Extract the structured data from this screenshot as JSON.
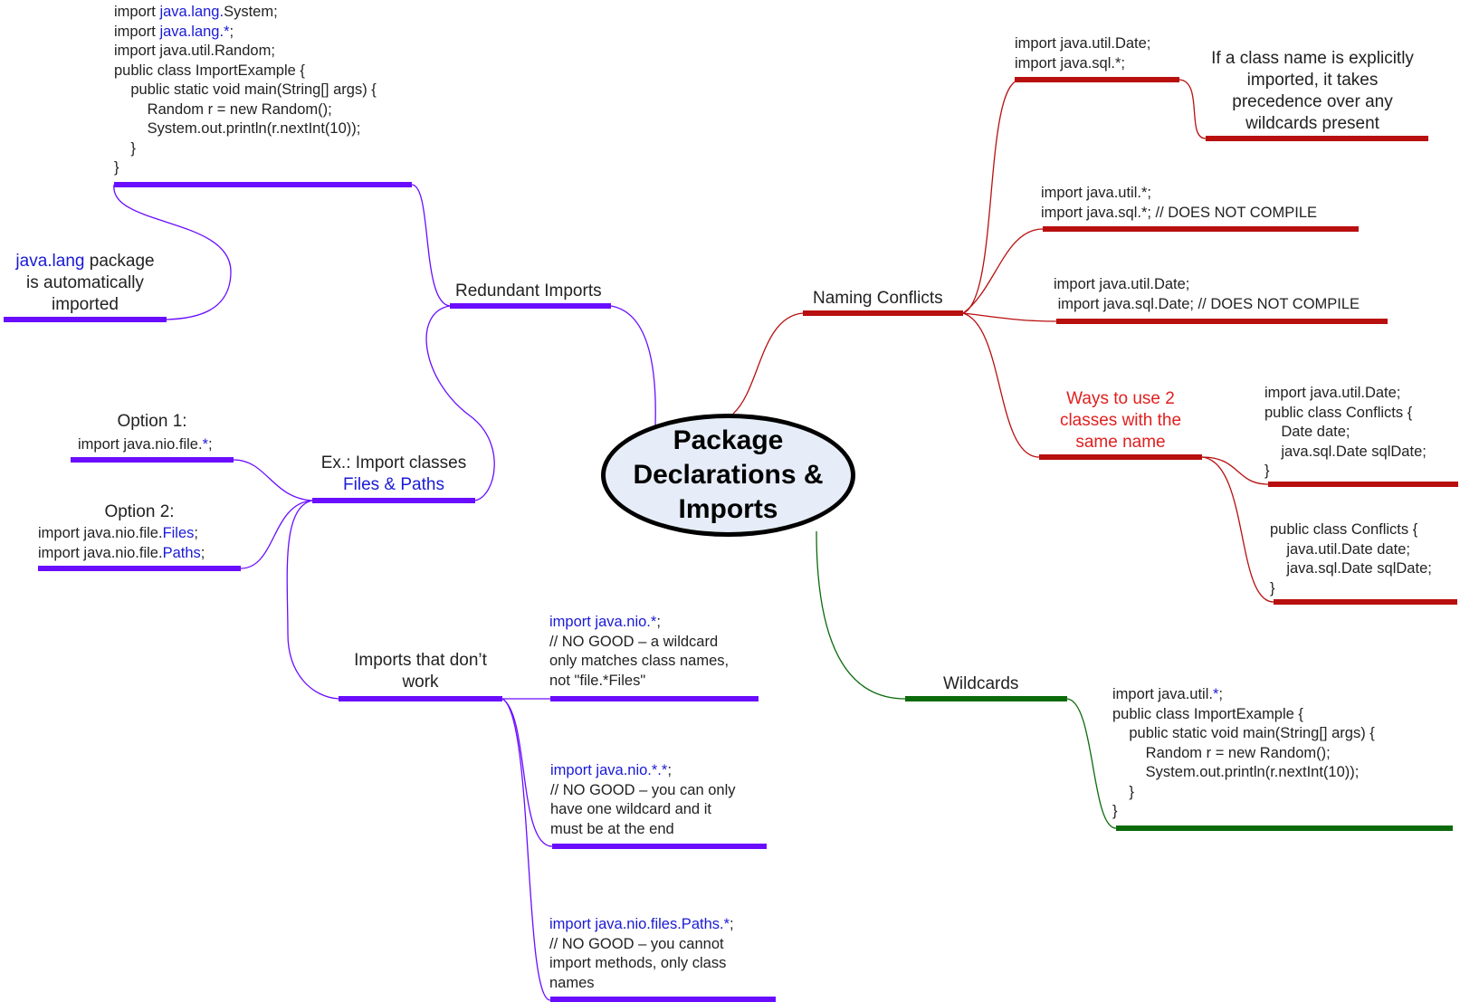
{
  "center": {
    "title": "Package\nDeclarations &\nImports"
  },
  "colors": {
    "purple": "#6a0dff",
    "maroon": "#b80f0f",
    "green": "#0b6b0b",
    "blue_text": "#1a1ad6",
    "red_text": "#e02020",
    "center_fill": "#e6edf8"
  },
  "redundant_imports": {
    "label": "Redundant Imports",
    "code": {
      "l1_a": "import ",
      "l1_b": "java.lang.",
      "l1_c": "System;",
      "l2_a": "import ",
      "l2_b": "java.lang.*",
      "l2_c": ";",
      "l3": "import java.util.Random;",
      "l4": "public class ImportExample {",
      "l5": "    public static void main(String[] args) {",
      "l6": "        Random r = new Random();",
      "l7": "        System.out.println(r.nextInt(10));",
      "l8": "    }",
      "l9": "}"
    },
    "note": {
      "a": "java.lang",
      "b": " package",
      "c": "is automatically",
      "d": "imported"
    }
  },
  "files_paths": {
    "label_a": "Ex.: Import classes",
    "label_b": "Files & Paths",
    "option1": {
      "title": "Option 1:",
      "code_a": "import java.nio.file.",
      "code_b": "*",
      "code_c": ";"
    },
    "option2": {
      "title": "Option 2:",
      "l1_a": "import java.nio.file.",
      "l1_b": "Files",
      "l1_c": ";",
      "l2_a": "import java.nio.file.",
      "l2_b": "Paths",
      "l2_c": ";"
    }
  },
  "imports_dont_work": {
    "label_a": "Imports that don’t",
    "label_b": "work",
    "item1": {
      "l1_a": "import java.nio.*",
      "l1_b": ";",
      "l2": "// NO GOOD – a wildcard",
      "l3": "only matches class names,",
      "l4": "not \"file.*Files\""
    },
    "item2": {
      "l1_a": "import java.nio.*.*",
      "l1_b": ";",
      "l2": "// NO GOOD – you can only",
      "l3": "have one wildcard and it",
      "l4": "must be at the end"
    },
    "item3": {
      "l1_a": "import java.nio.files.Paths.*",
      "l1_b": ";",
      "l2": "// NO GOOD – you cannot",
      "l3": "import methods, only class",
      "l4": "names"
    }
  },
  "naming_conflicts": {
    "label": "Naming Conflicts",
    "ex1": {
      "l1": "import java.util.Date;",
      "l2": "import java.sql.*;"
    },
    "ex1_note": {
      "l1": "If a class name is explicitly",
      "l2": "imported, it takes",
      "l3": "precedence over any",
      "l4": "wildcards present"
    },
    "ex2": {
      "l1": "import java.util.*;",
      "l2": "import java.sql.*; // DOES NOT COMPILE"
    },
    "ex3": {
      "l1": "import java.util.Date;",
      "l2": " import java.sql.Date; // DOES NOT COMPILE"
    },
    "ways": {
      "l1": "Ways to use 2",
      "l2": "classes with the",
      "l3": "same name"
    },
    "way1": {
      "l1": "import java.util.Date;",
      "l2": "public class Conflicts {",
      "l3": "    Date date;",
      "l4": "    java.sql.Date sqlDate;",
      "l5": "}"
    },
    "way2": {
      "l1": "public class Conflicts {",
      "l2": "    java.util.Date date;",
      "l3": "    java.sql.Date sqlDate;",
      "l4": "}"
    }
  },
  "wildcards": {
    "label": "Wildcards",
    "code": {
      "l1_a": "import java.util.",
      "l1_b": "*",
      "l1_c": ";",
      "l2": "public class ImportExample {",
      "l3": "    public static void main(String[] args) {",
      "l4": "        Random r = new Random();",
      "l5": "        System.out.println(r.nextInt(10));",
      "l6": "    }",
      "l7": "}"
    }
  }
}
